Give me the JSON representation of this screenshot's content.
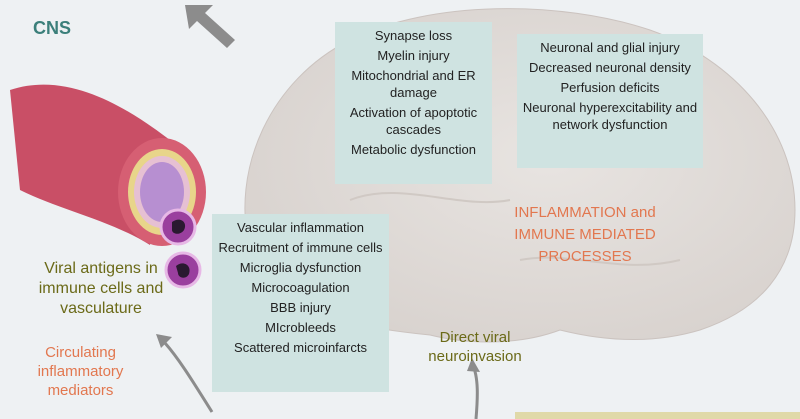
{
  "labels": {
    "cns": "CNS",
    "viral_antigens": "Viral antigens in immune cells and vasculature",
    "circulating": "Circulating inflammatory mediators",
    "inflammation": "INFLAMMATION and IMMUNE MEDIATED PROCESSES",
    "direct_viral": "Direct viral neuroinvasion"
  },
  "boxes": {
    "top_middle": [
      "Synapse loss",
      "Myelin injury",
      "Mitochondrial and ER damage",
      "Activation of apoptotic cascades",
      "Metabolic dysfunction"
    ],
    "top_right": [
      "Neuronal and glial injury",
      "Decreased neuronal density",
      "Perfusion deficits",
      "Neuronal hyperexcitability and network dysfunction"
    ],
    "bottom_left": [
      "Vascular inflammation",
      "Recruitment of immune cells",
      "Microglia dysfunction",
      "Microcoagulation",
      "BBB injury",
      "MIcrobleeds",
      "Scattered microinfarcts"
    ]
  },
  "colors": {
    "box_fill": "#cfe3e1",
    "cns_text": "#3b7f7a",
    "orange_text": "#e2774f",
    "olive_text": "#6b6a18",
    "arrow": "#8c8c8c"
  }
}
